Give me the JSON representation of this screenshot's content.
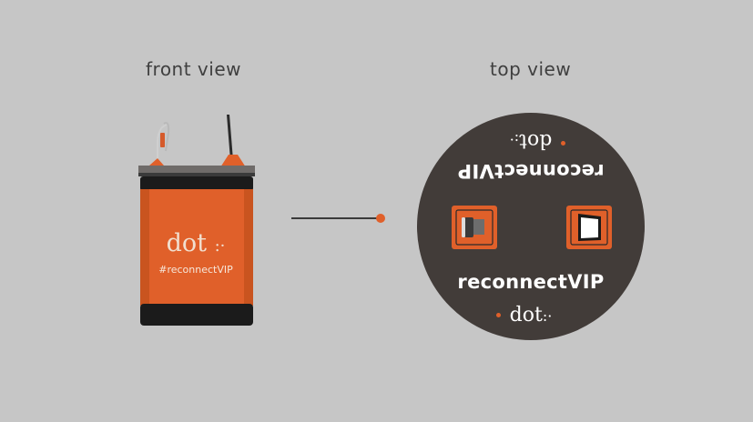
{
  "labels": {
    "front_view": "front view",
    "top_view": "top view"
  },
  "front_kiosk": {
    "logo": "dot",
    "logo_mark": ":·",
    "hashtag": "#reconnectVIP"
  },
  "top_disc": {
    "brand": "reconnectVIP",
    "logo": "dot",
    "logo_mark": ":·"
  },
  "colors": {
    "background": "#c6c6c6",
    "accent_orange": "#e0602a",
    "disc_dark": "#423c39",
    "kiosk_black": "#1b1b1b"
  },
  "icons": {
    "left_slot": "card-reader-icon",
    "right_slot": "tablet-icon"
  }
}
